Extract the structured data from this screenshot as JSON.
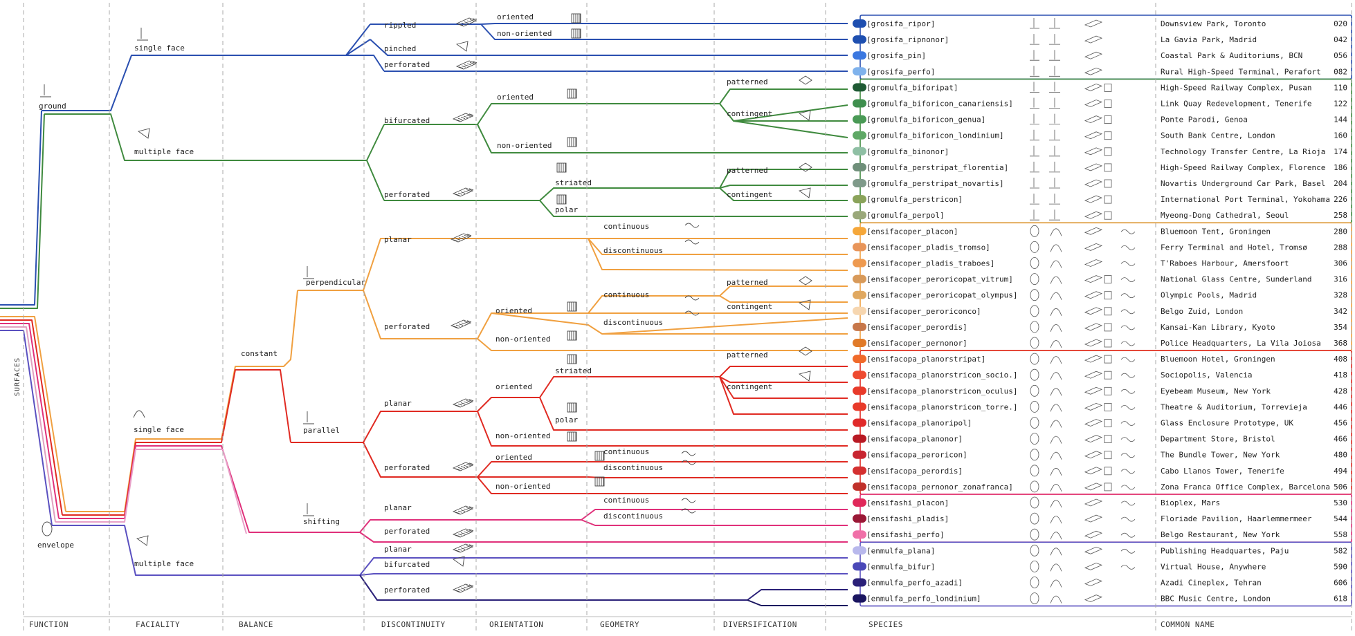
{
  "side_label": "SURFACES",
  "columns": [
    {
      "key": "function",
      "label": "FUNCTION"
    },
    {
      "key": "faciality",
      "label": "FACIALITY"
    },
    {
      "key": "balance",
      "label": "BALANCE"
    },
    {
      "key": "discontinuity",
      "label": "DISCONTINUITY"
    },
    {
      "key": "orientation",
      "label": "ORIENTATION"
    },
    {
      "key": "geometry",
      "label": "GEOMETRY"
    },
    {
      "key": "diversification",
      "label": "DIVERSIFICATION"
    },
    {
      "key": "species",
      "label": "SPECIES"
    },
    {
      "key": "common_name",
      "label": "COMMON NAME"
    }
  ],
  "branch_labels": [
    {
      "id": "ground",
      "text": "ground"
    },
    {
      "id": "envelope",
      "text": "envelope"
    },
    {
      "id": "g-single",
      "text": "single face"
    },
    {
      "id": "g-multi",
      "text": "multiple face"
    },
    {
      "id": "e-single",
      "text": "single face"
    },
    {
      "id": "e-multi",
      "text": "multiple face"
    },
    {
      "id": "constant",
      "text": "constant"
    },
    {
      "id": "perpendicular",
      "text": "perpendicular"
    },
    {
      "id": "parallel",
      "text": "parallel"
    },
    {
      "id": "shifting",
      "text": "shifting"
    },
    {
      "id": "rippled",
      "text": "rippled"
    },
    {
      "id": "pinched",
      "text": "pinched"
    },
    {
      "id": "g-perforated",
      "text": "perforated"
    },
    {
      "id": "gm-bifurcated",
      "text": "bifurcated"
    },
    {
      "id": "gm-perforated",
      "text": "perforated"
    },
    {
      "id": "pp-planar",
      "text": "planar"
    },
    {
      "id": "pp-perforated",
      "text": "perforated"
    },
    {
      "id": "pa-planar",
      "text": "planar"
    },
    {
      "id": "pa-perforated",
      "text": "perforated"
    },
    {
      "id": "sh-planar",
      "text": "planar"
    },
    {
      "id": "sh-perforated",
      "text": "perforated"
    },
    {
      "id": "em-planar",
      "text": "planar"
    },
    {
      "id": "em-bifurcated",
      "text": "bifurcated"
    },
    {
      "id": "em-perforated",
      "text": "perforated"
    },
    {
      "id": "r-oriented",
      "text": "oriented"
    },
    {
      "id": "r-nonoriented",
      "text": "non-oriented"
    },
    {
      "id": "gb-oriented",
      "text": "oriented"
    },
    {
      "id": "gb-nonoriented",
      "text": "non-oriented"
    },
    {
      "id": "gp-striated",
      "text": "striated"
    },
    {
      "id": "gp-polar",
      "text": "polar"
    },
    {
      "id": "pp-oriented",
      "text": "oriented"
    },
    {
      "id": "pp-nonoriented",
      "text": "non-oriented"
    },
    {
      "id": "pa-oriented",
      "text": "oriented"
    },
    {
      "id": "pa-nonoriented",
      "text": "non-oriented"
    },
    {
      "id": "pa-striated",
      "text": "striated"
    },
    {
      "id": "pa-polar",
      "text": "polar"
    },
    {
      "id": "paf-oriented",
      "text": "oriented"
    },
    {
      "id": "paf-nonoriented",
      "text": "non-oriented"
    },
    {
      "id": "ppl-continuous",
      "text": "continuous"
    },
    {
      "id": "ppl-discontinuous",
      "text": "discontinuous"
    },
    {
      "id": "ppf-continuous",
      "text": "continuous"
    },
    {
      "id": "ppf-discontinuous",
      "text": "discontinuous"
    },
    {
      "id": "paf-continuous",
      "text": "continuous"
    },
    {
      "id": "paf-discontinuous",
      "text": "discontinuous"
    },
    {
      "id": "sh-continuous",
      "text": "continuous"
    },
    {
      "id": "sh-discontinuous",
      "text": "discontinuous"
    },
    {
      "id": "gbo-patterned",
      "text": "patterned"
    },
    {
      "id": "gbo-contingent",
      "text": "contingent"
    },
    {
      "id": "gps-patterned",
      "text": "patterned"
    },
    {
      "id": "gps-contingent",
      "text": "contingent"
    },
    {
      "id": "ppc-patterned",
      "text": "patterned"
    },
    {
      "id": "ppc-contingent",
      "text": "contingent"
    },
    {
      "id": "pas-patterned",
      "text": "patterned"
    },
    {
      "id": "pas-contingent",
      "text": "contingent"
    }
  ],
  "species": [
    {
      "name": "[grosifa_ripor]",
      "place": "Downsview Park, Toronto",
      "code": "020",
      "color": "#1e4fb0"
    },
    {
      "name": "[grosifa_ripnonor]",
      "place": "La Gavia Park, Madrid",
      "code": "042",
      "color": "#1e4fb0"
    },
    {
      "name": "[grosifa_pin]",
      "place": "Coastal Park & Auditoriums, BCN",
      "code": "056",
      "color": "#3b78e0"
    },
    {
      "name": "[grosifa_perfo]",
      "place": "Rural High-Speed Terminal, Perafort",
      "code": "082",
      "color": "#7fb2ec"
    },
    {
      "name": "[gromulfa_biforipat]",
      "place": "High-Speed Railway Complex, Pusan",
      "code": "110",
      "color": "#1f5a34"
    },
    {
      "name": "[gromulfa_biforicon_canariensis]",
      "place": "Link Quay Redevelopment, Tenerife",
      "code": "122",
      "color": "#3f8f4e"
    },
    {
      "name": "[gromulfa_biforicon_genua]",
      "place": "Ponte Parodi, Genoa",
      "code": "144",
      "color": "#4a9a56"
    },
    {
      "name": "[gromulfa_biforicon_londinium]",
      "place": "South Bank Centre, London",
      "code": "160",
      "color": "#5ea865"
    },
    {
      "name": "[gromulfa_binonor]",
      "place": "Technology Transfer Centre, La Rioja",
      "code": "174",
      "color": "#8fbfa4"
    },
    {
      "name": "[gromulfa_perstripat_florentia]",
      "place": "High-Speed Railway Complex, Florence",
      "code": "186",
      "color": "#6f8f7a"
    },
    {
      "name": "[gromulfa_perstripat_novartis]",
      "place": "Novartis Underground Car Park, Basel",
      "code": "204",
      "color": "#7f9a8a"
    },
    {
      "name": "[gromulfa_perstricon]",
      "place": "International Port Terminal, Yokohama",
      "code": "226",
      "color": "#8aa35a"
    },
    {
      "name": "[gromulfa_perpol]",
      "place": "Myeong-Dong Cathedral, Seoul",
      "code": "258",
      "color": "#9aa87a"
    },
    {
      "name": "[ensifacoper_placon]",
      "place": "Bluemoon Tent, Groningen",
      "code": "280",
      "color": "#f5a73a"
    },
    {
      "name": "[ensifacoper_pladis_tromso]",
      "place": "Ferry Terminal and Hotel, Tromsø",
      "code": "288",
      "color": "#e8955a"
    },
    {
      "name": "[ensifacoper_pladis_traboes]",
      "place": "T'Raboes Harbour, Amersfoort",
      "code": "306",
      "color": "#ee9a50"
    },
    {
      "name": "[ensifacoper_peroricopat_vitrum]",
      "place": "National Glass Centre, Sunderland",
      "code": "316",
      "color": "#d89a5a"
    },
    {
      "name": "[ensifacoper_peroricopat_olympus]",
      "place": "Olympic Pools, Madrid",
      "code": "328",
      "color": "#e0a860"
    },
    {
      "name": "[ensifacoper_peroriconco]",
      "place": "Belgo Zuid, London",
      "code": "342",
      "color": "#f6d6b0"
    },
    {
      "name": "[ensifacoper_perordis]",
      "place": "Kansai-Kan Library, Kyoto",
      "code": "354",
      "color": "#c7774a"
    },
    {
      "name": "[ensifacoper_pernonor]",
      "place": "Police Headquarters, La Vila Joiosa",
      "code": "368",
      "color": "#e07a28"
    },
    {
      "name": "[ensifacopa_planorstripat]",
      "place": "Bluemoon Hotel, Groningen",
      "code": "408",
      "color": "#f06a2a"
    },
    {
      "name": "[ensifacopa_planorstricon_socio.]",
      "place": "Sociopolis, Valencia",
      "code": "418",
      "color": "#ee4a30"
    },
    {
      "name": "[ensifacopa_planorstricon_oculus]",
      "place": "Eyebeam Museum, New York",
      "code": "428",
      "color": "#e83a2a"
    },
    {
      "name": "[ensifacopa_planorstricon_torre.]",
      "place": "Theatre & Auditorium, Torrevieja",
      "code": "446",
      "color": "#e83a2a"
    },
    {
      "name": "[ensifacopa_planoripol]",
      "place": "Glass Enclosure Prototype, UK",
      "code": "456",
      "color": "#e02a2a"
    },
    {
      "name": "[ensifacopa_planonor]",
      "place": "Department Store, Bristol",
      "code": "466",
      "color": "#b81a24"
    },
    {
      "name": "[ensifacopa_peroricon]",
      "place": "The Bundle Tower, New York",
      "code": "480",
      "color": "#c82530"
    },
    {
      "name": "[ensifacopa_perordis]",
      "place": "Cabo Llanos Tower, Tenerife",
      "code": "494",
      "color": "#d43030"
    },
    {
      "name": "[ensifacopa_pernonor_zonafranca]",
      "place": "Zona Franca Office Complex, Barcelona",
      "code": "506",
      "color": "#c0302a"
    },
    {
      "name": "[ensifashi_placon]",
      "place": "Bioplex, Mars",
      "code": "530",
      "color": "#e0285a"
    },
    {
      "name": "[ensifashi_pladis]",
      "place": "Floriade Pavilion, Haarlemmermeer",
      "code": "544",
      "color": "#9a1836"
    },
    {
      "name": "[ensifashi_perfo]",
      "place": "Belgo Restaurant, New York",
      "code": "558",
      "color": "#f070a8"
    },
    {
      "name": "[enmulfa_plana]",
      "place": "Publishing Headquartes, Paju",
      "code": "582",
      "color": "#b8b8ec"
    },
    {
      "name": "[enmulfa_bifur]",
      "place": "Virtual House, Anywhere",
      "code": "590",
      "color": "#4a48b8"
    },
    {
      "name": "[enmulfa_perfo_azadi]",
      "place": "Azadi Cineplex, Tehran",
      "code": "606",
      "color": "#2a2078"
    },
    {
      "name": "[enmulfa_perfo_londinium]",
      "place": "BBC Music Centre, London",
      "code": "618",
      "color": "#1a1560"
    }
  ],
  "group_colors": {
    "ground_single": "#2a4fb0",
    "ground_multi": "#3f8a3e",
    "perpendicular": "#f0a040",
    "parallel": "#e02a22",
    "shifting": "#e0307a",
    "envelope_multi": "#5a50c0"
  }
}
